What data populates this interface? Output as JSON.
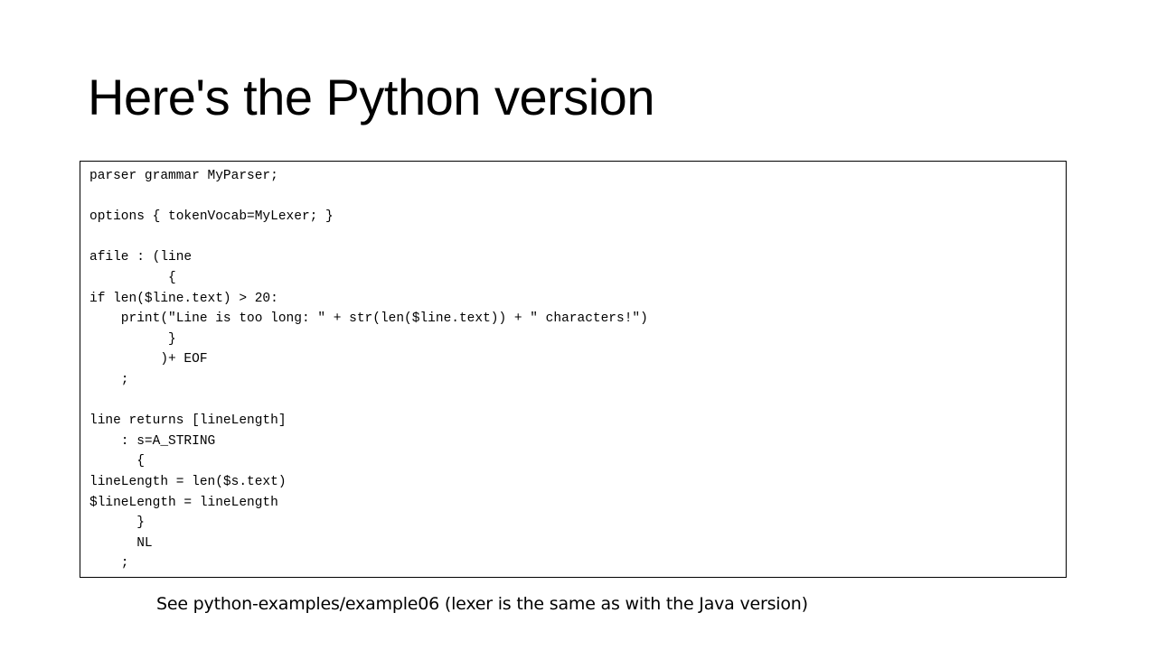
{
  "slide": {
    "title": "Here's the Python version",
    "code_lines": [
      "parser grammar MyParser;",
      "",
      "options { tokenVocab=MyLexer; }",
      "",
      "afile : (line",
      "          {",
      "if len($line.text) > 20:",
      "    print(\"Line is too long: \" + str(len($line.text)) + \" characters!\")",
      "          }",
      "         )+ EOF",
      "    ;",
      "",
      "line returns [lineLength]",
      "    : s=A_STRING",
      "      {",
      "lineLength = len($s.text)",
      "$lineLength = lineLength",
      "      }",
      "      NL",
      "    ;"
    ],
    "caption": "See python-examples/example06 (lexer is the same as with the Java version)"
  }
}
